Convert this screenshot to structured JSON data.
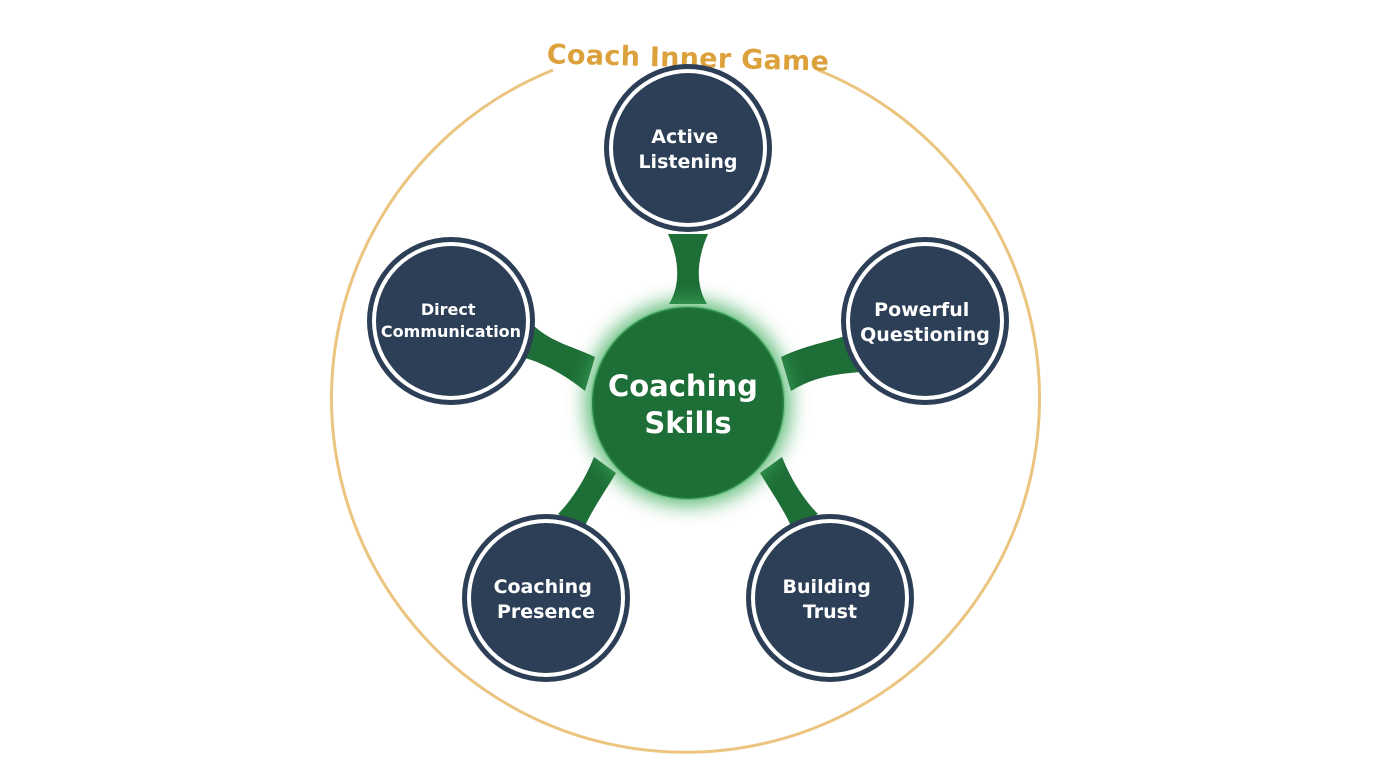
{
  "frame": {
    "title": "Coach Inner Game"
  },
  "hub": {
    "line1": "Coaching",
    "line2": "Skills"
  },
  "nodes": [
    {
      "id": "active-listening",
      "line1": "Active",
      "line2": "Listening"
    },
    {
      "id": "powerful-questioning",
      "line1": "Powerful",
      "line2": "Questioning"
    },
    {
      "id": "building-trust",
      "line1": "Building",
      "line2": "Trust"
    },
    {
      "id": "coaching-presence",
      "line1": "Coaching",
      "line2": "Presence"
    },
    {
      "id": "direct-communication",
      "line1": "Direct",
      "line2": "Communication"
    }
  ],
  "colors": {
    "ring": "#ebc57f",
    "title": "#dca13a",
    "hub_fill": "#1d6e37",
    "hub_glow": "#3fae5e",
    "connector": "#1d6e37",
    "node_fill": "#2c3f56",
    "node_stroke": "#2c3f56",
    "node_gap": "#ffffff",
    "label": "#ffffff"
  }
}
